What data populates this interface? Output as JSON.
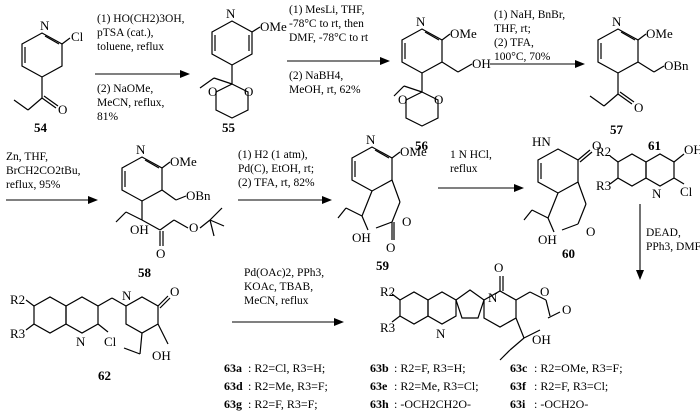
{
  "atoms": {
    "n": "N",
    "o": "O",
    "cl": "Cl",
    "hn": "HN",
    "oh": "OH",
    "ome": "OMe",
    "obn": "OBn",
    "r2": "R2",
    "r3": "R3"
  },
  "compounds": [
    "54",
    "55",
    "56",
    "57",
    "58",
    "59",
    "60",
    "61",
    "62"
  ],
  "steps": {
    "s1": [
      "(1) HO(CH2)3OH,",
      "pTSA (cat.),",
      "toluene, reflux",
      "(2) NaOMe,",
      "MeCN, reflux,",
      "81%"
    ],
    "s2": [
      "(1) MesLi, THF,",
      "-78°C to rt, then",
      "DMF, -78°C to rt",
      "(2) NaBH4,",
      "MeOH, rt, 62%"
    ],
    "s3": [
      "(1) NaH, BnBr,",
      "THF, rt;",
      "(2) TFA,",
      "100°C, 70%"
    ],
    "s4": [
      "Zn, THF,",
      "BrCH2CO2tBu,",
      "reflux, 95%"
    ],
    "s5": [
      "(1) H2 (1 atm),",
      "Pd(C), EtOH, rt;",
      "(2) TFA, rt, 82%"
    ],
    "s6": [
      "1 N HCl,",
      "reflux"
    ],
    "s7": [
      "DEAD,",
      "PPh3, DMF"
    ],
    "s8": [
      "Pd(OAc)2, PPh3,",
      "KOAc, TBAB,",
      "MeCN, reflux"
    ]
  },
  "legend": [
    {
      "id": "63a",
      "text": ": R2=Cl, R3=H;"
    },
    {
      "id": "63b",
      "text": ": R2=F, R3=H;"
    },
    {
      "id": "63c",
      "text": ": R2=OMe, R3=F;"
    },
    {
      "id": "63d",
      "text": ": R2=Me, R3=F;"
    },
    {
      "id": "63e",
      "text": ": R2=Me, R3=Cl;"
    },
    {
      "id": "63f",
      "text": ": R2=F, R3=Cl;"
    },
    {
      "id": "63g",
      "text": ": R2=F, R3=F;"
    },
    {
      "id": "63h",
      "text": ": -OCH2CH2O-"
    },
    {
      "id": "63i",
      "text": ": -OCH2O-"
    }
  ]
}
